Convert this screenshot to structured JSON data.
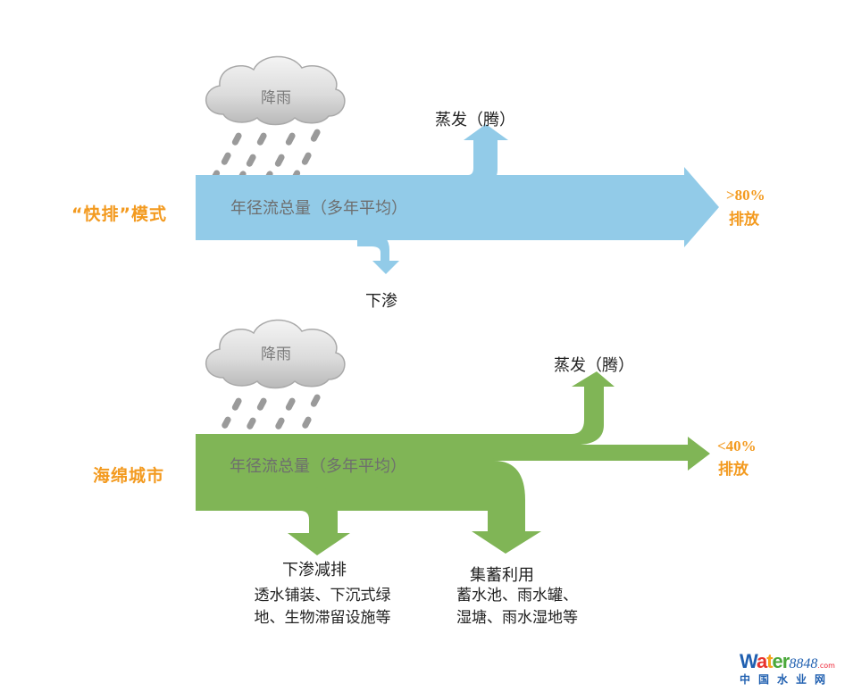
{
  "colors": {
    "blue_flow": "#92cbe8",
    "green_flow": "#80b556",
    "label_orange": "#f39a1f",
    "cloud_gray": "#c8c8c8",
    "rain_gray": "#9a9a9a"
  },
  "fast_drain": {
    "mode_label": "“快排”模式",
    "cloud_label": "降雨",
    "flow_label": "年径流总量（多年平均）",
    "evaporation_label": "蒸发（腾）",
    "infiltration_label": "下渗",
    "discharge_percent": ">80%",
    "discharge_label": "排放"
  },
  "sponge_city": {
    "mode_label": "海绵城市",
    "cloud_label": "降雨",
    "flow_label": "年径流总量（多年平均）",
    "evaporation_label": "蒸发（腾）",
    "discharge_percent": "<40%",
    "discharge_label": "排放",
    "infiltration": {
      "title": "下渗减排",
      "desc_line1": "透水铺装、下沉式绿",
      "desc_line2": "地、生物滞留设施等"
    },
    "storage": {
      "title": "集蓄利用",
      "desc_line1": "蓄水池、雨水罐、",
      "desc_line2": "湿塘、雨水湿地等"
    }
  },
  "watermark": {
    "brand_w": "W",
    "brand_a": "a",
    "brand_t": "t",
    "brand_er": "er",
    "brand_num": "8848",
    "brand_com": ".com",
    "brand_cn": "中国水业网"
  }
}
